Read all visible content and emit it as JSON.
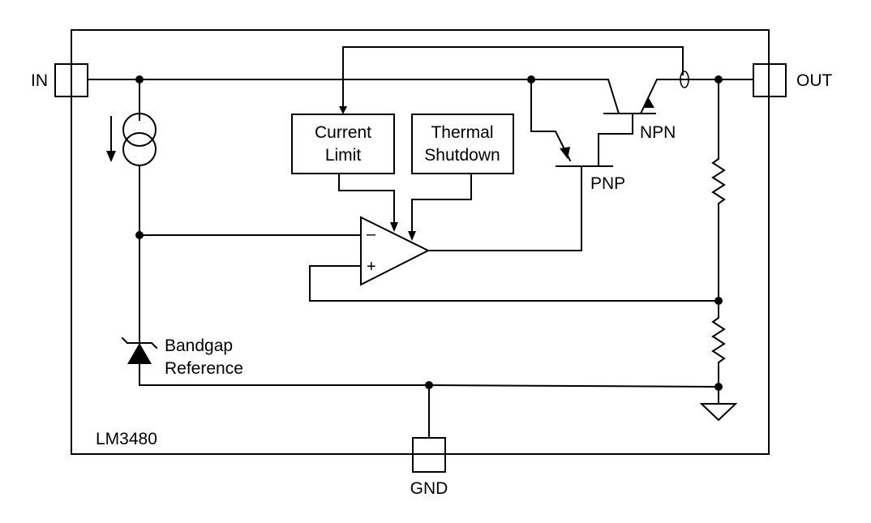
{
  "pins": {
    "in": "IN",
    "out": "OUT",
    "gnd": "GND"
  },
  "blocks": {
    "current_limit": [
      "Current",
      "Limit"
    ],
    "thermal_shutdown": [
      "Thermal",
      "Shutdown"
    ]
  },
  "transistors": {
    "npn": "NPN",
    "pnp": "PNP"
  },
  "reference": [
    "Bandgap",
    "Reference"
  ],
  "opamp": {
    "minus": "–",
    "plus": "+"
  },
  "part_number": "LM3480"
}
